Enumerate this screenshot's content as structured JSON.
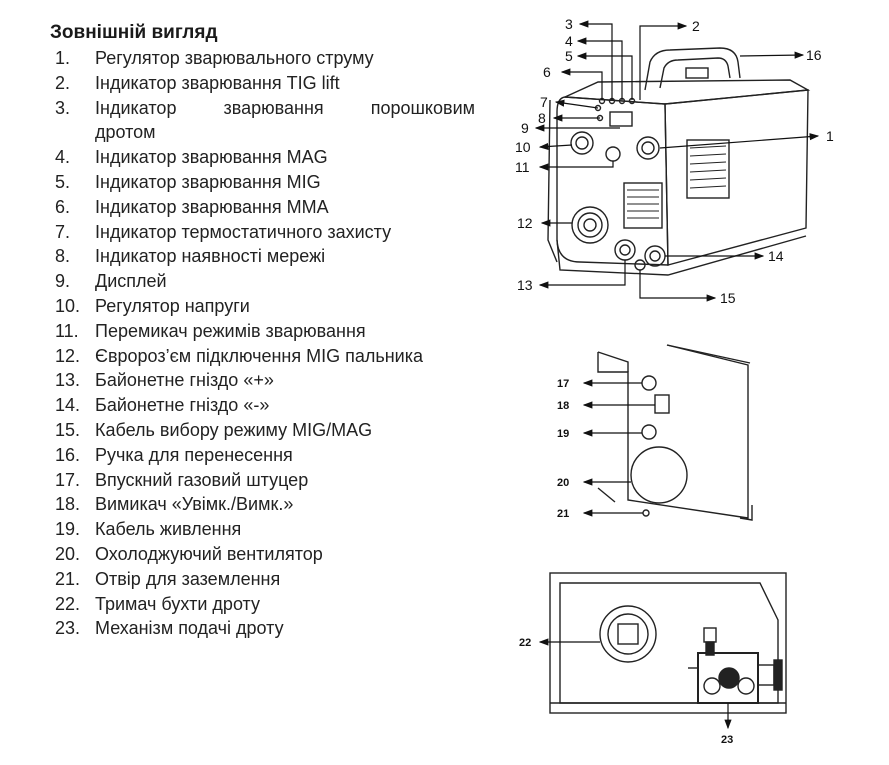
{
  "heading": "Зовнішній вигляд",
  "items": [
    {
      "num": "1.",
      "text": "Регулятор зварювального струму"
    },
    {
      "num": "2.",
      "text": "Індикатор зварювання TIG lift"
    },
    {
      "num": "3.",
      "text": "Індикатор зварювання порошковим"
    },
    {
      "num": "",
      "text": "дротом"
    },
    {
      "num": "4.",
      "text": "Індикатор зварювання MAG"
    },
    {
      "num": "5.",
      "text": "Індикатор зварювання MIG"
    },
    {
      "num": "6.",
      "text": "Індикатор зварювання MMA"
    },
    {
      "num": "7.",
      "text": "Індикатор термостатичного захисту"
    },
    {
      "num": "8.",
      "text": "Індикатор наявності мережі"
    },
    {
      "num": "9.",
      "text": "Дисплей"
    },
    {
      "num": "10.",
      "text": "Регулятор напруги"
    },
    {
      "num": "11.",
      "text": "Перемикач режимів зварювання"
    },
    {
      "num": "12.",
      "text": "Євророз’єм підключення MIG пальника"
    },
    {
      "num": "13.",
      "text": "Байонетне гніздо «+»"
    },
    {
      "num": "14.",
      "text": "Байонетне гніздо «-»"
    },
    {
      "num": "15.",
      "text": "Кабель вибору режиму MIG/MAG"
    },
    {
      "num": "16.",
      "text": "Ручка для перенесення"
    },
    {
      "num": "17.",
      "text": "Впускний газовий штуцер"
    },
    {
      "num": "18.",
      "text": "Вимикач «Увімк./Вимк.»"
    },
    {
      "num": "19.",
      "text": "Кабель живлення"
    },
    {
      "num": "20.",
      "text": "Охолоджуючий вентилятор"
    },
    {
      "num": "21.",
      "text": "Отвір для заземлення"
    },
    {
      "num": "22.",
      "text": "Тримач бухти дроту"
    },
    {
      "num": "23.",
      "text": "Механізм подачі дроту"
    }
  ],
  "callouts": {
    "c1": "1",
    "c2": "2",
    "c3": "3",
    "c4": "4",
    "c5": "5",
    "c6": "6",
    "c7": "7",
    "c8": "8",
    "c9": "9",
    "c10": "10",
    "c11": "11",
    "c12": "12",
    "c13": "13",
    "c14": "14",
    "c15": "15",
    "c16": "16",
    "c17": "17",
    "c18": "18",
    "c19": "19",
    "c20": "20",
    "c21": "21",
    "c22": "22",
    "c23": "23"
  }
}
